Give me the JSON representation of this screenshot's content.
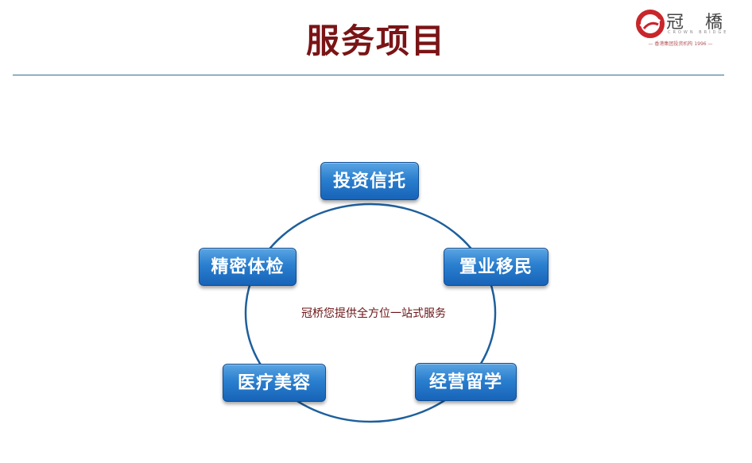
{
  "page": {
    "title": "服务项目"
  },
  "logo": {
    "chinese_name": "冠 橋",
    "english_name": "CROWN   BRIDGE",
    "tagline": "— 香港集团投资机构 1996 —",
    "brand_color": "#c8262b"
  },
  "diagram": {
    "center_text": "冠桥您提供全方位一站式服务",
    "ring_color": "#1e5f9c",
    "node_color": "#2a7fcf",
    "nodes": [
      {
        "label": "投资信托"
      },
      {
        "label": "置业移民"
      },
      {
        "label": "经营留学"
      },
      {
        "label": "医疗美容"
      },
      {
        "label": "精密体检"
      }
    ]
  }
}
